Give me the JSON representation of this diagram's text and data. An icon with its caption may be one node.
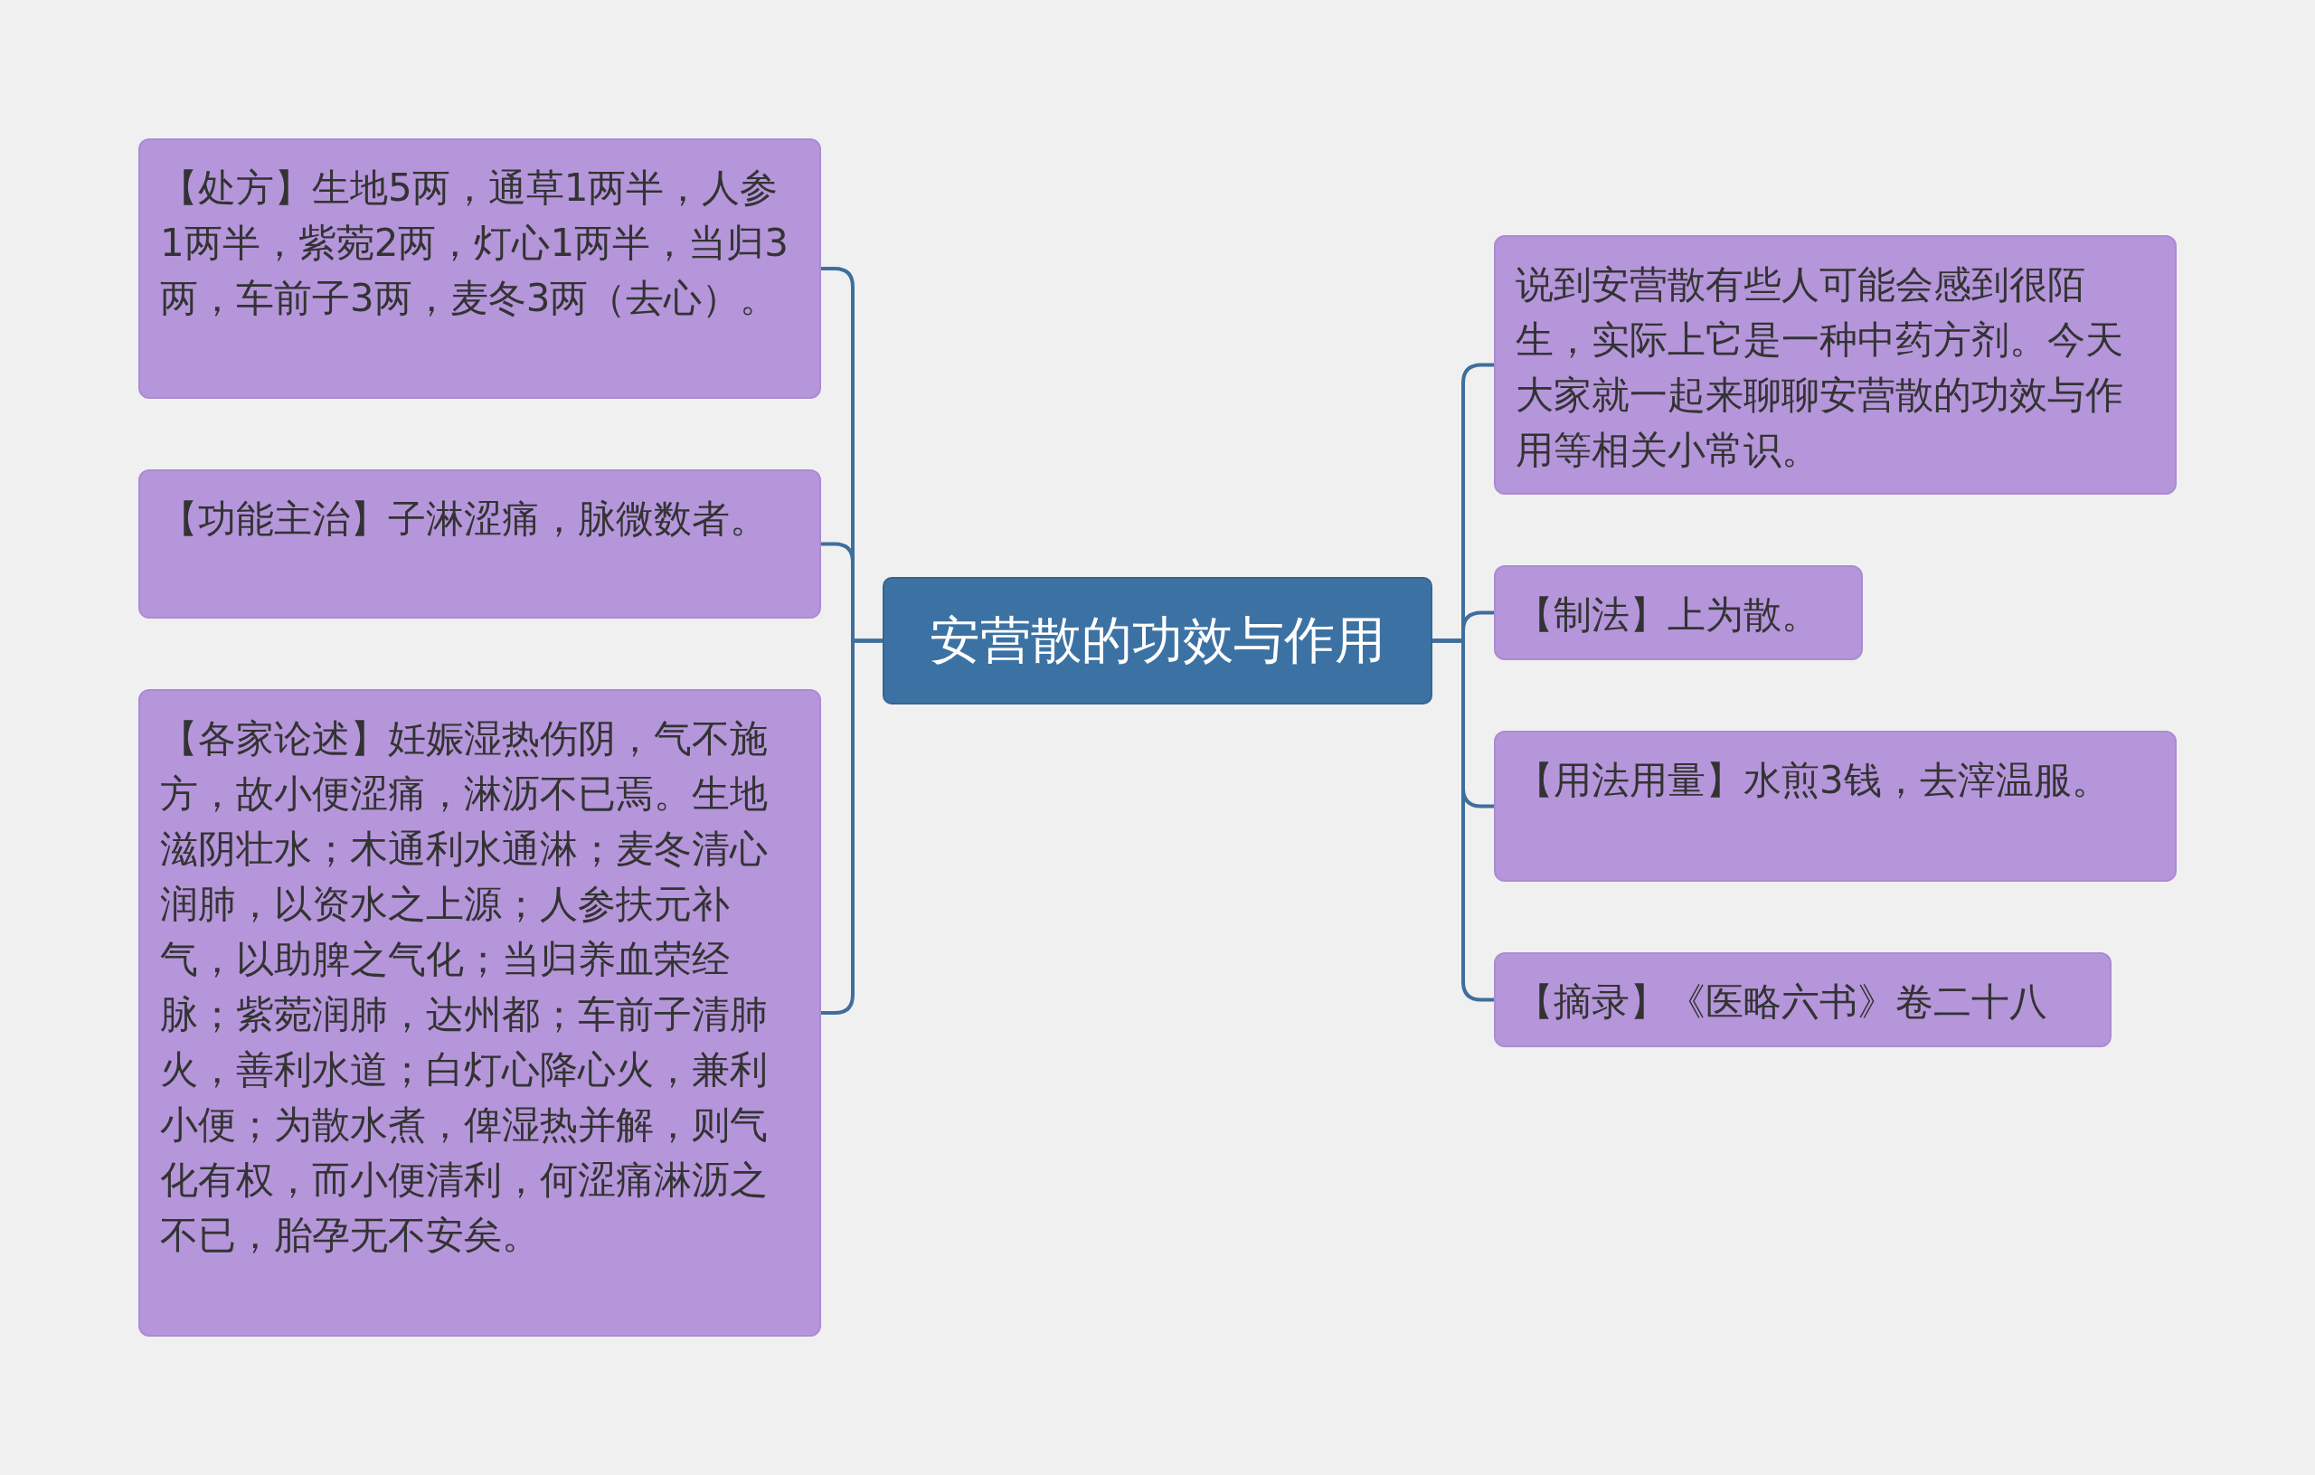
{
  "diagram": {
    "nodes": [
      {
        "text": [
          "安营散的功效与作用"
        ]
      },
      {
        "text": [
          "【处方】生地5两，通草1两半，人参1两半，紫菀2两，灯心1两半，当归3两，车前子3两，麦冬3两（去心）。"
        ]
      },
      {
        "text": [
          "【功能主治】子淋涩痛，脉微数者。"
        ]
      },
      {
        "text": [
          "【各家论述】妊娠湿热伤阴，气不施方，故小便涩痛，淋沥不已焉。生地滋阴壮水；木通利水通淋；麦冬清心润肺，以资水之上源；人参扶元补气，以助脾之气化；当归养血荣经脉；紫菀润肺，达州都；车前子清肺火，善利水道；白灯心降心火，兼利小便；为散水煮，俾湿热并解，则气化有权，而小便清利，何涩痛淋沥之不已，胎孕无不安矣。"
        ]
      },
      {
        "text": [
          "说到安营散有些人可能会感到很陌生，实际上它是一种中药方剂。今天大家就一起来聊聊安营散的功效与作用等相关小常识。"
        ]
      },
      {
        "text": [
          "【制法】上为散。"
        ]
      },
      {
        "text": [
          "【用法用量】水煎3钱，去滓温服。"
        ]
      },
      {
        "text": [
          "【摘录】《医略六书》卷二十八"
        ]
      }
    ],
    "edges": [
      {
        "from": 0,
        "to": 1,
        "arrow": "none"
      },
      {
        "from": 0,
        "to": 2,
        "arrow": "none"
      },
      {
        "from": 0,
        "to": 3,
        "arrow": "none"
      },
      {
        "from": 0,
        "to": 4,
        "arrow": "none"
      },
      {
        "from": 0,
        "to": 5,
        "arrow": "none"
      },
      {
        "from": 0,
        "to": 6,
        "arrow": "none"
      },
      {
        "from": 0,
        "to": 7,
        "arrow": "none"
      }
    ]
  }
}
